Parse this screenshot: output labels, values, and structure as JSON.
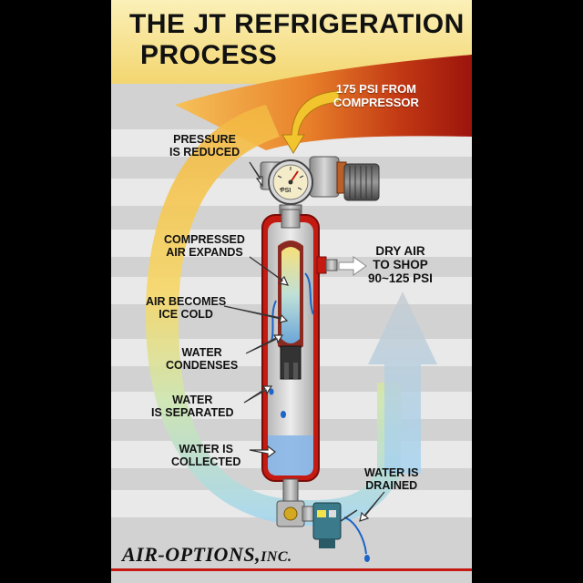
{
  "title": {
    "line1": "THE JT REFRIGERATION",
    "line2": "PROCESS"
  },
  "inlet_label": {
    "line1": "175 PSI FROM",
    "line2": "COMPRESSOR"
  },
  "outlet_label": {
    "line1": "DRY AIR",
    "line2": "TO SHOP",
    "line3": "90~125 PSI"
  },
  "steps": [
    {
      "line1": "PRESSURE",
      "line2": "IS REDUCED"
    },
    {
      "line1": "COMPRESSED",
      "line2": "AIR EXPANDS"
    },
    {
      "line1": "AIR BECOMES",
      "line2": "ICE COLD"
    },
    {
      "line1": "WATER",
      "line2": "CONDENSES"
    },
    {
      "line1": "WATER",
      "line2": "IS SEPARATED"
    },
    {
      "line1": "WATER IS",
      "line2": "COLLECTED"
    },
    {
      "line1": "WATER IS",
      "line2": "DRAINED"
    }
  ],
  "gauge": {
    "text": "PSI"
  },
  "brand": {
    "name": "AIR-OPTIONS,",
    "suffix": "INC."
  },
  "colors": {
    "warm_top": "#f5e08a",
    "warm_mid": "#f0a830",
    "hot_red": "#a8180e",
    "cold_blue": "#9fd2ee",
    "tank_red": "#c41a12",
    "water_blue": "#8ab6e8",
    "background_gray": "#d4d4d4",
    "stripe_light": "#e8e8e8"
  }
}
